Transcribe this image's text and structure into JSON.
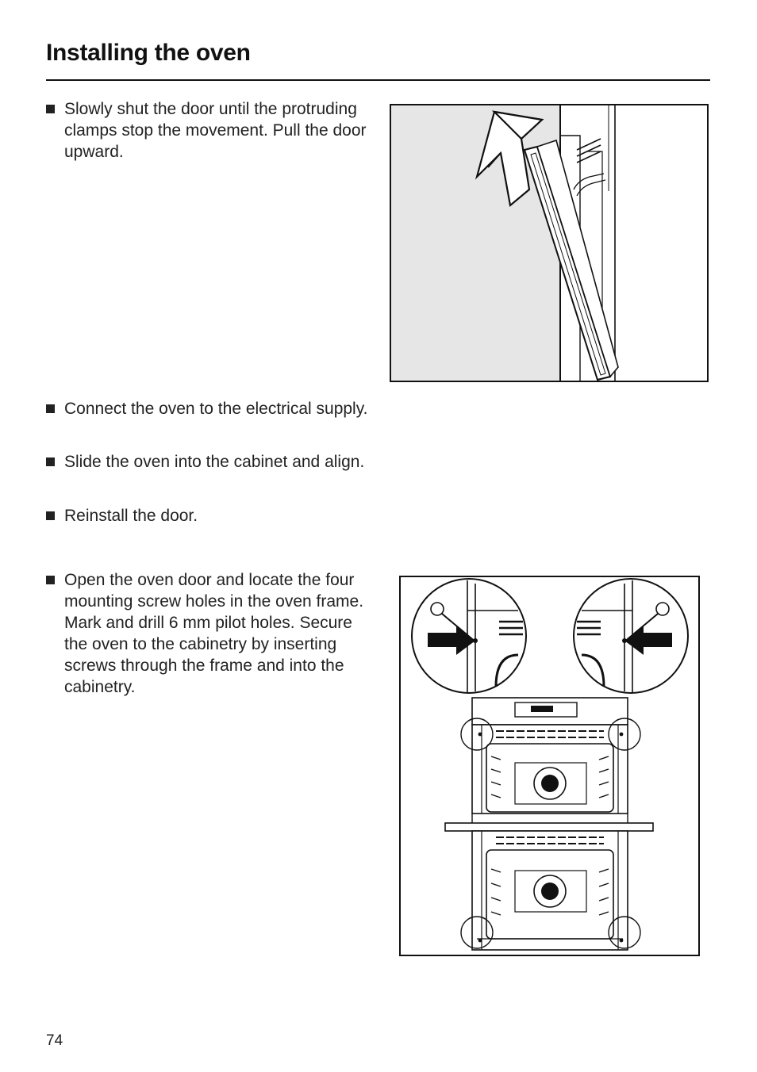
{
  "page": {
    "title": "Installing the oven",
    "page_number": "74"
  },
  "steps": [
    {
      "text": "Slowly shut the door until the protruding clamps stop the movement. Pull the door upward."
    },
    {
      "text": "Connect the oven to the electrical supply."
    },
    {
      "text": "Slide the oven into the cabinet and align."
    },
    {
      "text": "Reinstall the door."
    },
    {
      "text": "Open the oven door and locate the four mounting screw holes in the oven frame. Mark and drill 6 mm pilot holes. Secure the oven to the cabinetry by inserting screws through the frame and into the cabinetry."
    }
  ]
}
